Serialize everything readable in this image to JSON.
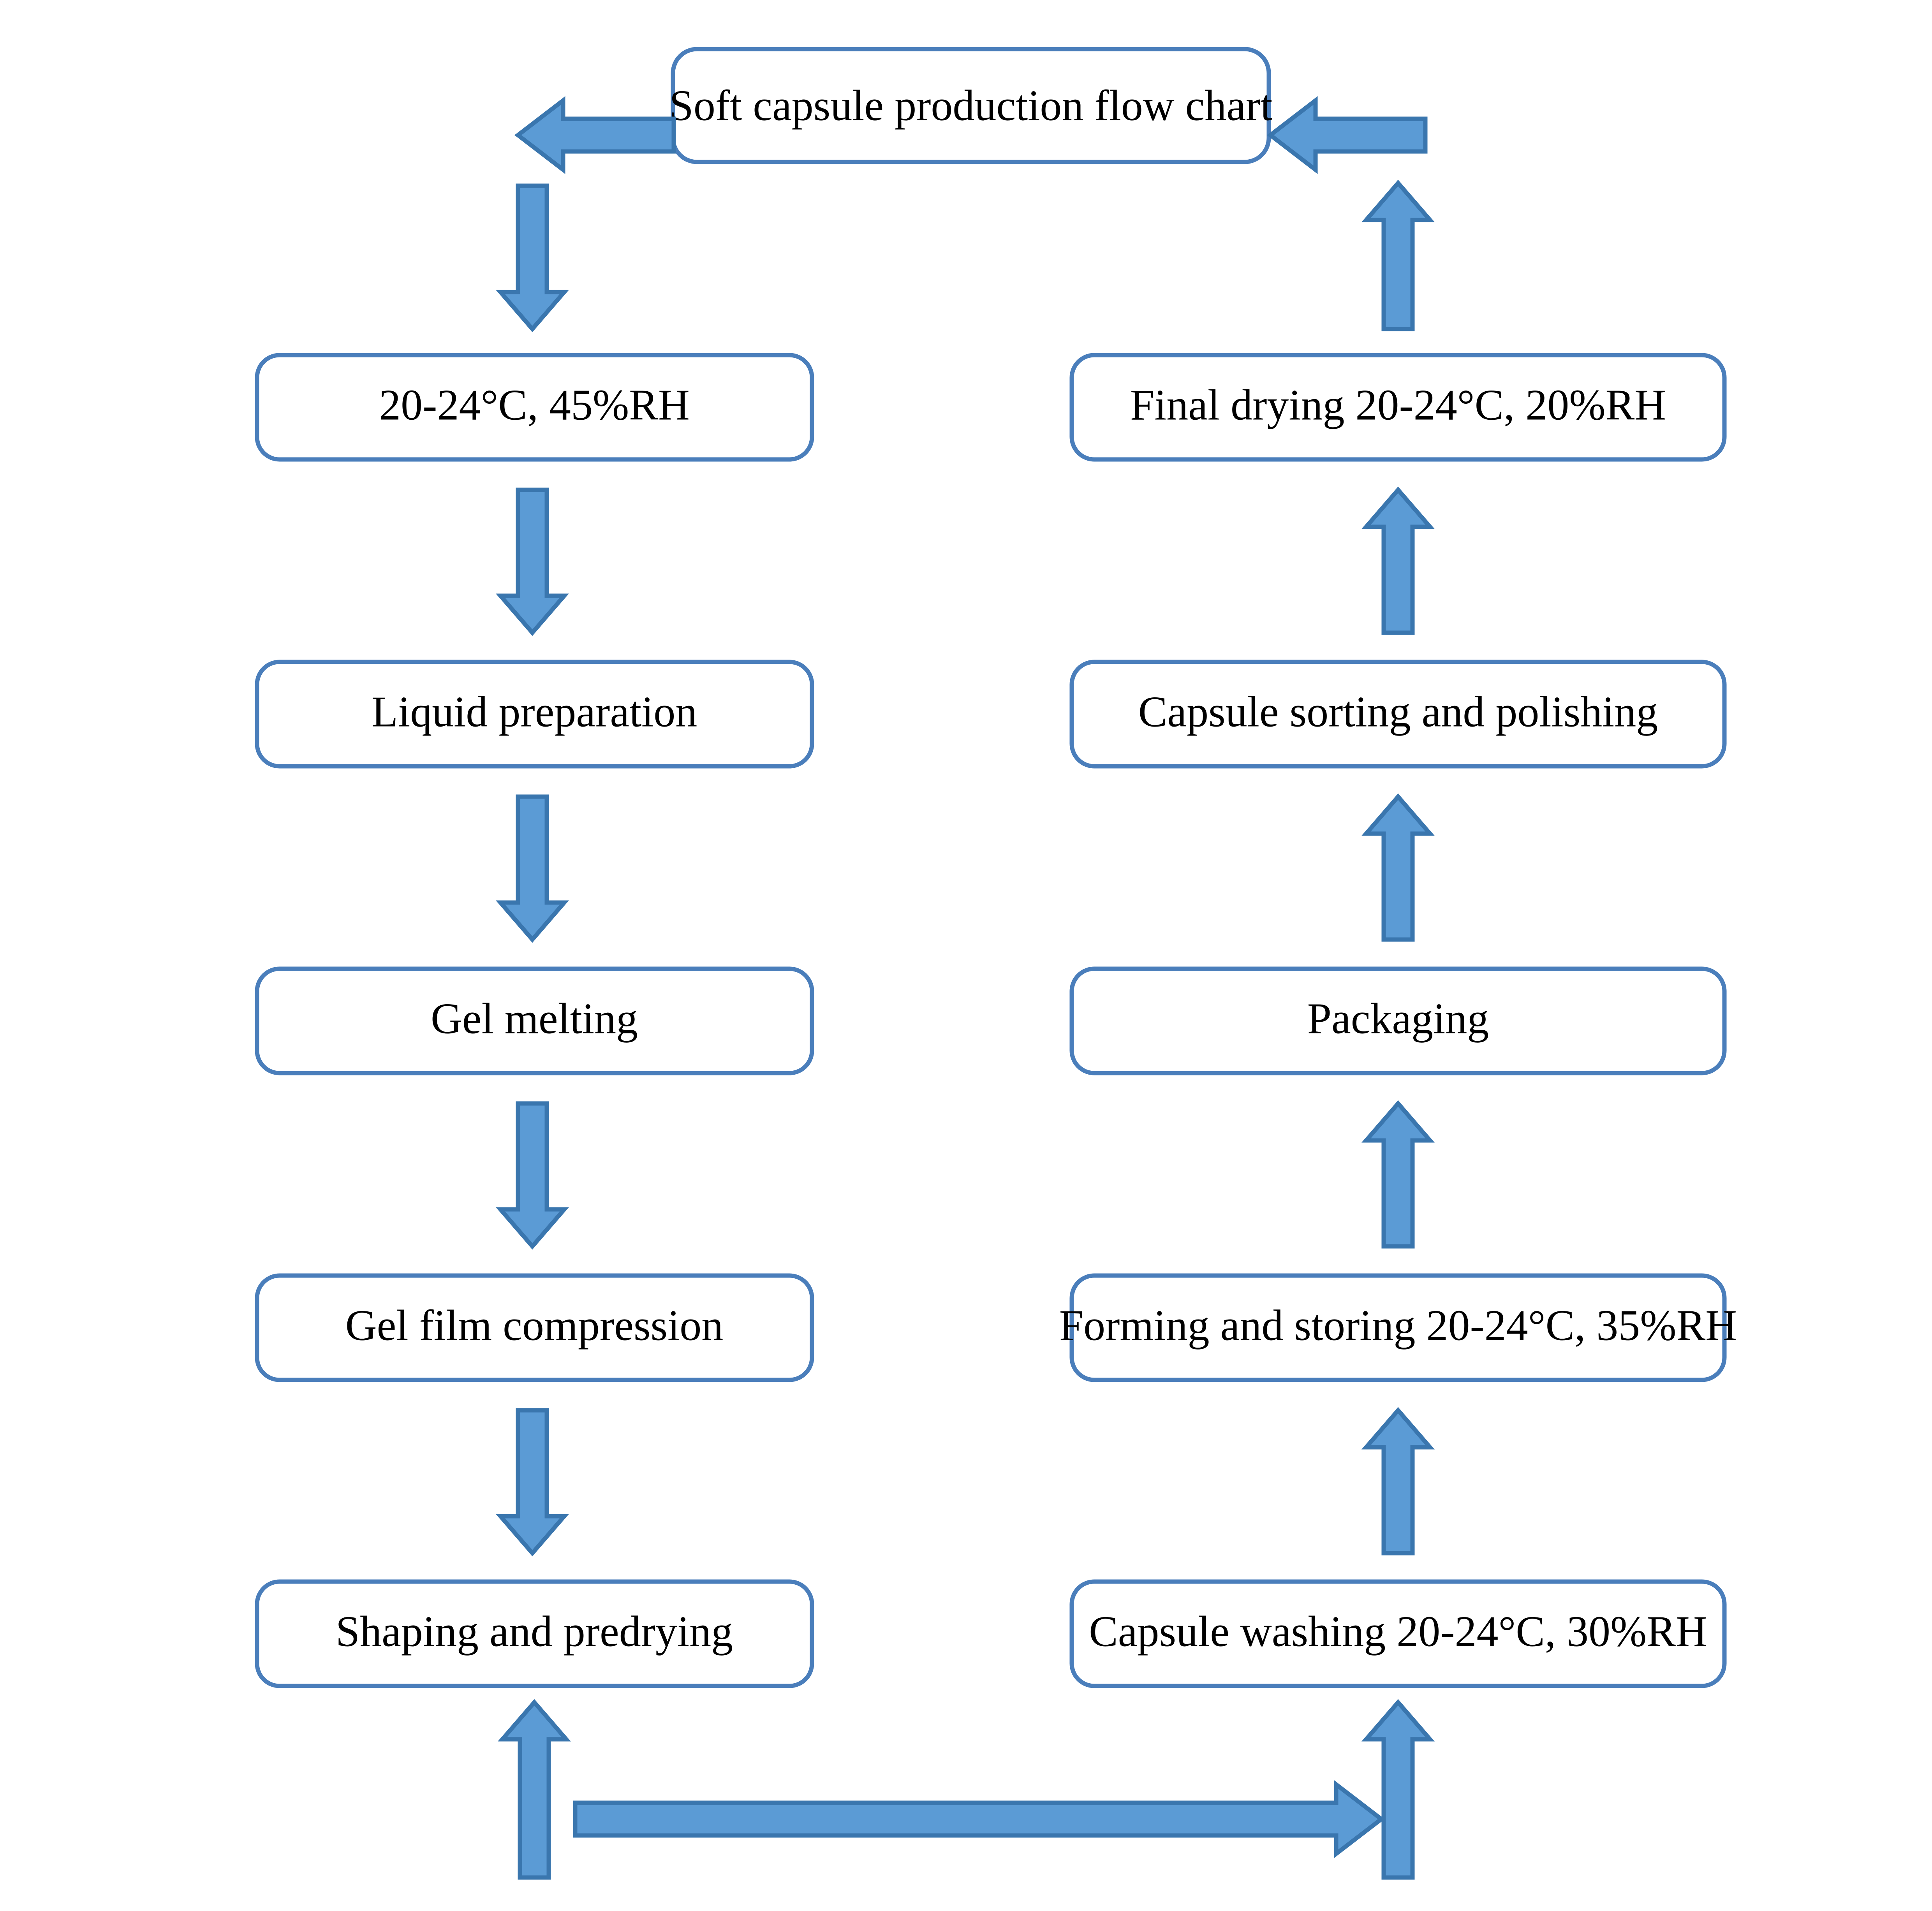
{
  "diagram": {
    "title_box": {
      "label": "Soft capsule production flow chart"
    },
    "left_column": [
      {
        "id": "left-1",
        "label": "20-24°C, 45%RH"
      },
      {
        "id": "left-2",
        "label": "Liquid preparation"
      },
      {
        "id": "left-3",
        "label": "Gel melting"
      },
      {
        "id": "left-4",
        "label": "Gel film compression"
      },
      {
        "id": "left-5",
        "label": "Shaping and predrying"
      }
    ],
    "right_column": [
      {
        "id": "right-1",
        "label": "Final drying 20-24°C, 20%RH"
      },
      {
        "id": "right-2",
        "label": "Capsule sorting and polishing"
      },
      {
        "id": "right-3",
        "label": "Packaging"
      },
      {
        "id": "right-4",
        "label": "Forming and storing 20-24°C, 35%RH"
      },
      {
        "id": "right-5",
        "label": "Capsule washing 20-24°C, 30%RH"
      }
    ],
    "colors": {
      "node_border": "#4A7EBB",
      "node_fill": "#FFFFFF",
      "arrow_fill": "#5B9BD5",
      "arrow_stroke": "#3A76AE",
      "text": "#000000",
      "background": "#FFFFFF"
    },
    "connectors": [
      {
        "id": "arrow-title-out-left",
        "direction": "left",
        "from": "title-box",
        "to": "left-column-entry"
      },
      {
        "id": "arrow-title-down",
        "direction": "down",
        "from": "left-column-entry",
        "to": "left-1"
      },
      {
        "id": "arrow-left-1-to-2",
        "direction": "down",
        "from": "left-1",
        "to": "left-2"
      },
      {
        "id": "arrow-left-2-to-3",
        "direction": "down",
        "from": "left-2",
        "to": "left-3"
      },
      {
        "id": "arrow-left-3-to-4",
        "direction": "down",
        "from": "left-3",
        "to": "left-4"
      },
      {
        "id": "arrow-left-4-to-5",
        "direction": "down",
        "from": "left-4",
        "to": "left-5"
      },
      {
        "id": "arrow-bottom-up-left",
        "direction": "up",
        "from": "bottom-rail",
        "to": "left-5"
      },
      {
        "id": "arrow-bottom-rail",
        "direction": "right",
        "from": "left-5-bottom",
        "to": "right-5-bottom"
      },
      {
        "id": "arrow-bottom-up-right",
        "direction": "up",
        "from": "bottom-rail",
        "to": "right-5"
      },
      {
        "id": "arrow-right-5-to-4",
        "direction": "up",
        "from": "right-5",
        "to": "right-4"
      },
      {
        "id": "arrow-right-4-to-3",
        "direction": "up",
        "from": "right-4",
        "to": "right-3"
      },
      {
        "id": "arrow-right-3-to-2",
        "direction": "up",
        "from": "right-3",
        "to": "right-2"
      },
      {
        "id": "arrow-right-2-to-1",
        "direction": "up",
        "from": "right-2",
        "to": "right-1"
      },
      {
        "id": "arrow-right-1-to-title",
        "direction": "up",
        "from": "right-1",
        "to": "title-return"
      },
      {
        "id": "arrow-title-in-right",
        "direction": "left",
        "from": "right-column-return",
        "to": "title-box"
      }
    ]
  }
}
